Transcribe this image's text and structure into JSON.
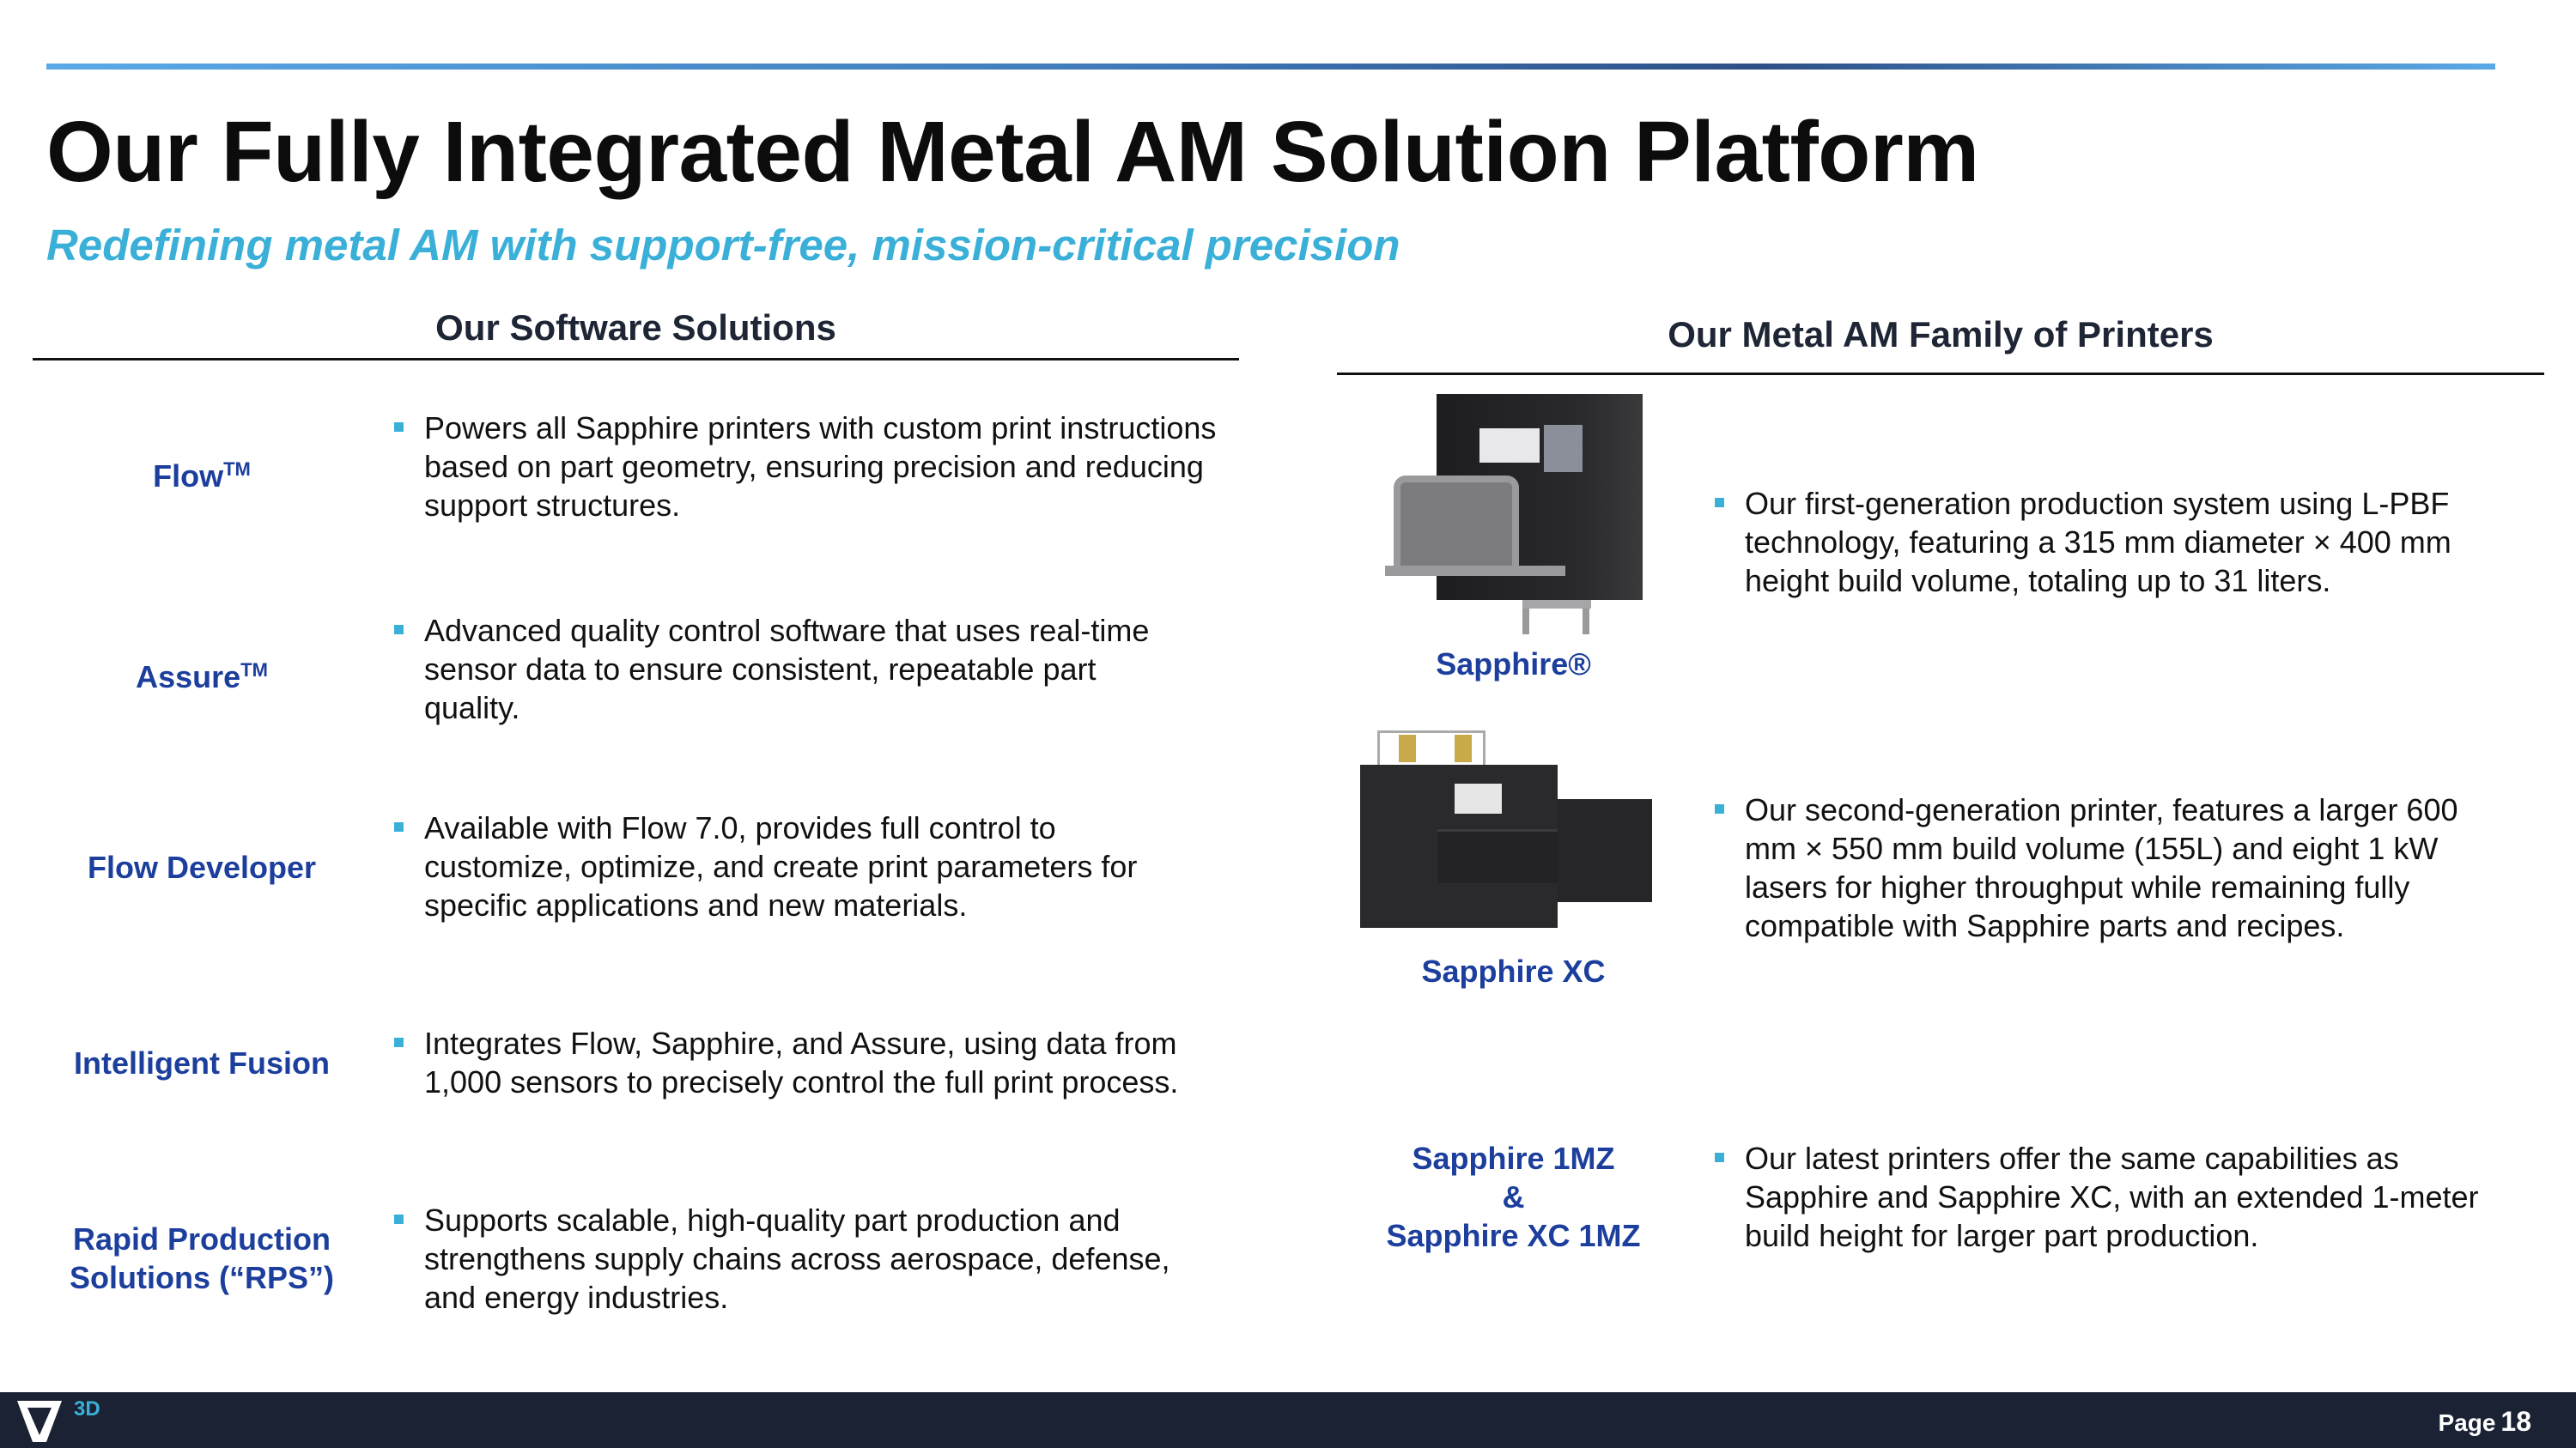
{
  "title": "Our Fully Integrated Metal AM Solution Platform",
  "subtitle": "Redefining metal AM with support-free, mission-critical precision",
  "software": {
    "header": "Our Software Solutions",
    "items": [
      {
        "label": "Flow",
        "mark": "TM",
        "text": "Powers all Sapphire printers with custom print instructions based on part geometry, ensuring precision and reducing support structures."
      },
      {
        "label": "Assure",
        "mark": "TM",
        "text": "Advanced quality control software that uses real-time sensor data to ensure consistent, repeatable part quality."
      },
      {
        "label": "Flow Developer",
        "text": "Available with Flow 7.0, provides full control to customize, optimize, and create print parameters for specific applications and new materials."
      },
      {
        "label": "Intelligent Fusion",
        "text": "Integrates Flow, Sapphire, and Assure, using data from 1,000 sensors to precisely control the full print process."
      },
      {
        "label": "Rapid Production Solutions (“RPS”)",
        "text": "Supports scalable, high-quality part production and strengthens supply chains across aerospace, defense, and energy industries."
      }
    ]
  },
  "printers": {
    "header": "Our Metal AM Family of Printers",
    "items": [
      {
        "label": "Sapphire®",
        "text": "Our first-generation production system using L-PBF technology, featuring a 315 mm diameter × 400 mm height build volume, totaling up to 31 liters."
      },
      {
        "label": "Sapphire XC",
        "text": "Our second-generation printer, features a larger 600 mm × 550 mm build volume (155L) and eight 1 kW lasers for higher throughput while remaining fully compatible with Sapphire parts and recipes."
      },
      {
        "label_lines": [
          "Sapphire 1MZ",
          "&",
          "Sapphire XC 1MZ"
        ],
        "text": "Our latest printers offer the same capabilities as Sapphire and Sapphire XC, with an extended 1-meter build height for larger part production."
      }
    ]
  },
  "footer": {
    "logo_text": "3D",
    "page_label": "Page",
    "page_number": "18"
  },
  "colors": {
    "accent": "#3ab0d8",
    "label_blue": "#1c3e9c",
    "footer": "#1a2233"
  }
}
